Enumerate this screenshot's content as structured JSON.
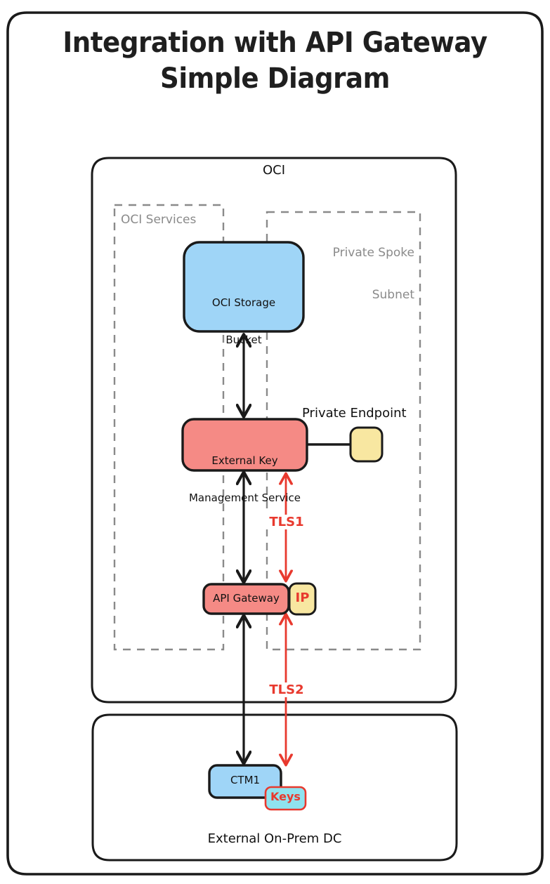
{
  "page": {
    "title_line1": "Integration with API Gateway",
    "title_line2": "Simple Diagram",
    "background": "#ffffff",
    "border_color": "#1a1a1a"
  },
  "colors": {
    "blue_fill": "#9fd5f7",
    "red_fill": "#f58a85",
    "yellow_fill": "#f8e7a1",
    "cyan_fill": "#8fe3ef",
    "stroke_dark": "#1a1a1a",
    "stroke_grey": "#8a8a8a",
    "accent_red": "#e8392e"
  },
  "containers": [
    {
      "id": "oci",
      "label": "OCI",
      "label_position": "top-center",
      "style": "solid-rounded"
    },
    {
      "id": "onprem",
      "label": "External On-Prem DC",
      "label_position": "bottom-center",
      "style": "solid-rounded"
    }
  ],
  "zones": [
    {
      "id": "oci-services",
      "label": "OCI Services",
      "align": "left",
      "style": "dashed"
    },
    {
      "id": "private-spoke-subnet",
      "label_line1": "Private Spoke",
      "label_line2": "Subnet",
      "align": "right",
      "style": "dashed"
    }
  ],
  "nodes": [
    {
      "id": "storage-bucket",
      "label_line1": "OCI Storage",
      "label_line2": "Bucket",
      "fill": "#9fd5f7"
    },
    {
      "id": "ekms",
      "label_line1": "External Key",
      "label_line2": "Management Service",
      "fill": "#f58a85"
    },
    {
      "id": "private-endpoint",
      "label": "Private Endpoint",
      "fill": "#f8e7a1"
    },
    {
      "id": "api-gateway",
      "label": "API Gateway",
      "fill": "#f58a85"
    },
    {
      "id": "ip-badge",
      "label": "IP",
      "fill": "#f8e7a1",
      "text_color": "#e8392e"
    },
    {
      "id": "ctm1",
      "label": "CTM1",
      "fill": "#9fd5f7"
    },
    {
      "id": "keys",
      "label": "Keys",
      "fill": "#8fe3ef",
      "text_color": "#e8392e"
    }
  ],
  "connections": [
    {
      "id": "bucket-ekms",
      "from": "storage-bucket",
      "to": "ekms",
      "arrow": "double",
      "color": "#1a1a1a",
      "label": ""
    },
    {
      "id": "ekms-apigw-black",
      "from": "ekms",
      "to": "api-gateway",
      "arrow": "double",
      "color": "#1a1a1a",
      "label": ""
    },
    {
      "id": "ekms-apigw-tls1",
      "from": "ekms",
      "to": "api-gateway",
      "arrow": "double",
      "color": "#e8392e",
      "label": "TLS1"
    },
    {
      "id": "apigw-ctm1-black",
      "from": "api-gateway",
      "to": "ctm1",
      "arrow": "double",
      "color": "#1a1a1a",
      "label": ""
    },
    {
      "id": "apigw-ctm1-tls2",
      "from": "api-gateway",
      "to": "ctm1",
      "arrow": "double",
      "color": "#e8392e",
      "label": "TLS2"
    },
    {
      "id": "ekms-private-endpoint",
      "from": "ekms",
      "to": "private-endpoint",
      "arrow": "none",
      "color": "#1a1a1a",
      "label": ""
    }
  ]
}
